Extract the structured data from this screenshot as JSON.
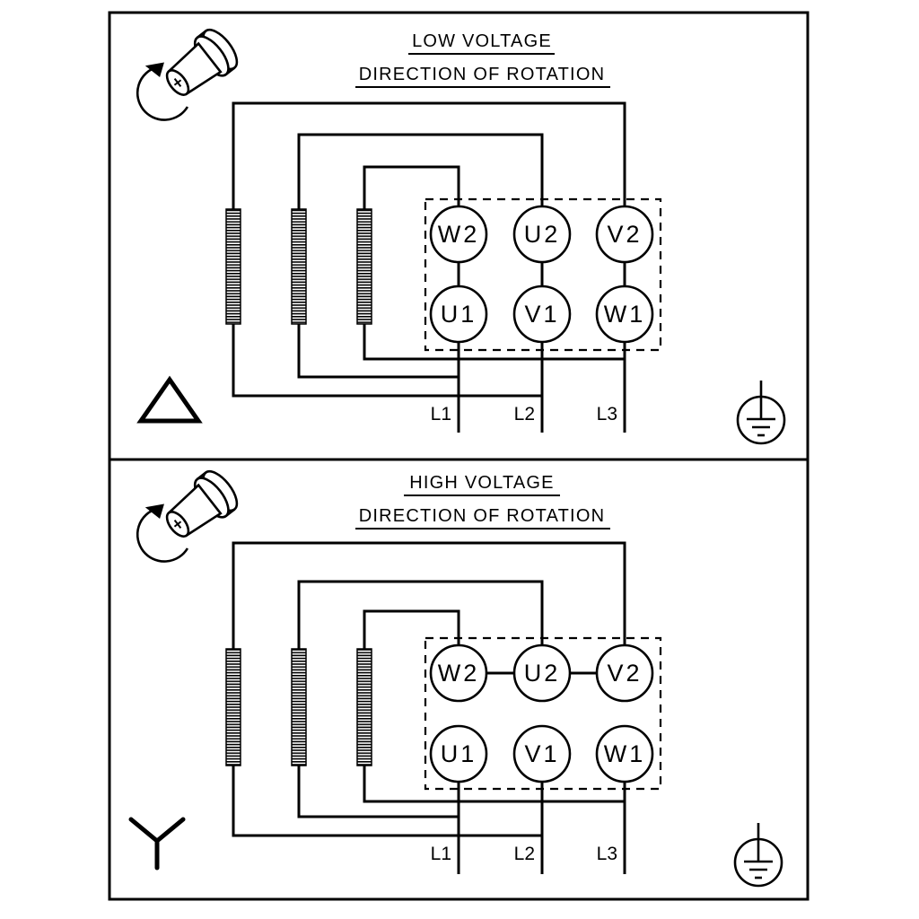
{
  "diagram": {
    "background": "#ffffff",
    "stroke_color": "#000000",
    "panels": [
      {
        "id": "low-voltage",
        "title": "LOW VOLTAGE",
        "subtitle": "DIRECTION OF ROTATION",
        "connection_symbol": "delta",
        "terminals_top": [
          "W2",
          "U2",
          "V2"
        ],
        "terminals_bottom": [
          "U1",
          "V1",
          "W1"
        ],
        "supply_lines": [
          "L1",
          "L2",
          "L3"
        ],
        "icons": [
          "rotation-direction-icon",
          "earth-ground-icon",
          "delta-connection-symbol"
        ]
      },
      {
        "id": "high-voltage",
        "title": "HIGH VOLTAGE",
        "subtitle": "DIRECTION OF ROTATION",
        "connection_symbol": "star",
        "terminals_top": [
          "W2",
          "U2",
          "V2"
        ],
        "terminals_bottom": [
          "U1",
          "V1",
          "W1"
        ],
        "supply_lines": [
          "L1",
          "L2",
          "L3"
        ],
        "icons": [
          "rotation-direction-icon",
          "earth-ground-icon",
          "star-connection-symbol"
        ]
      }
    ]
  }
}
